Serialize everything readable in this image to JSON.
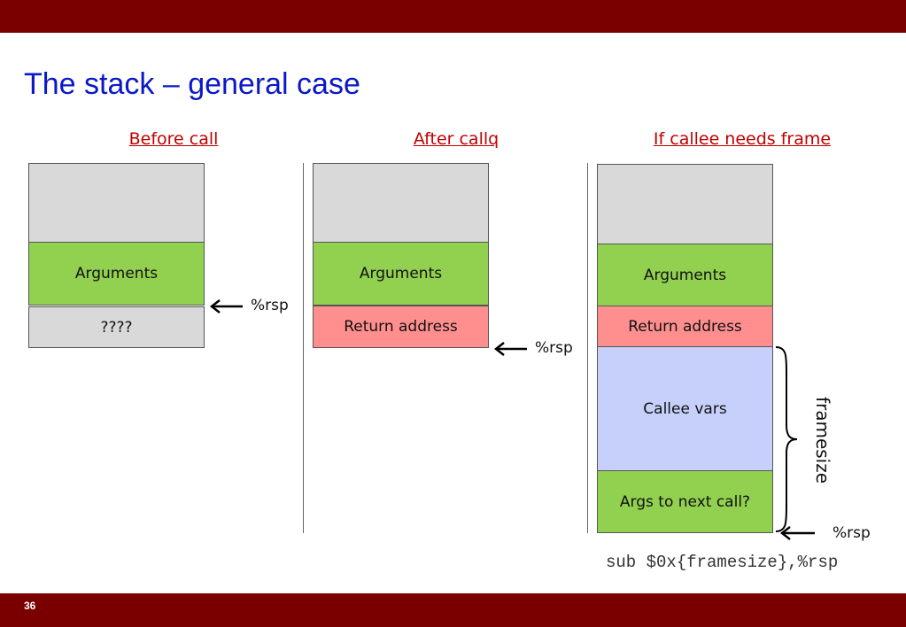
{
  "slide": {
    "title": "The stack – general case",
    "slide_number": "36"
  },
  "columns": [
    {
      "heading": "Before call",
      "blocks": [
        "",
        "Arguments",
        "????"
      ],
      "rsp_label": "%rsp"
    },
    {
      "heading": "After callq",
      "blocks": [
        "",
        "Arguments",
        "Return address"
      ],
      "rsp_label": "%rsp"
    },
    {
      "heading": "If callee needs frame",
      "blocks": [
        "",
        "Arguments",
        "Return address",
        "Callee vars",
        "Args to next call?"
      ],
      "rsp_label": "%rsp",
      "brace_label": "framesize",
      "code": "sub $0x{framesize},%rsp"
    }
  ],
  "colors": {
    "bar": "#7a0000",
    "title": "#0a18c8",
    "heading": "#c00000",
    "empty_block": "#d9d9d9",
    "arguments_block": "#92d050",
    "return_address_block": "#ff8f8f",
    "callee_vars_block": "#c6d0fa",
    "args_next_call_block": "#92d050"
  }
}
